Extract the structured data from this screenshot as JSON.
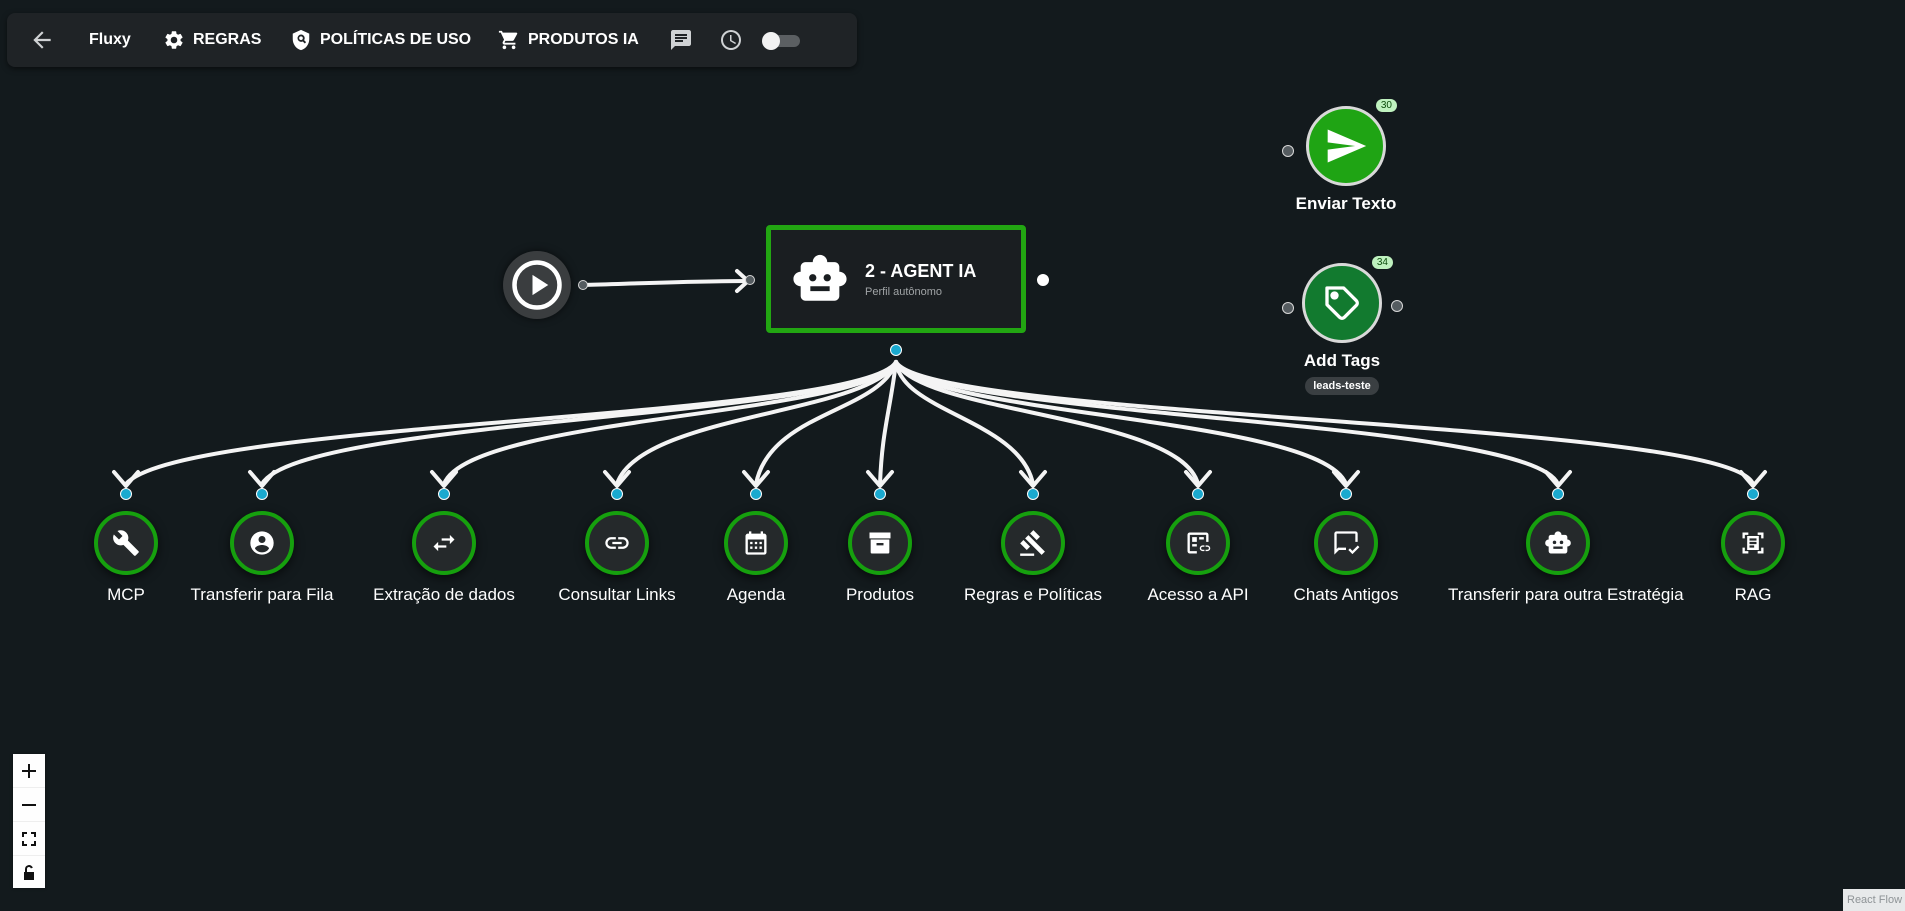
{
  "toolbar": {
    "title": "Fluxy",
    "rules_label": "REGRAS",
    "policies_label": "POLÍTICAS DE USO",
    "products_label": "PRODUTOS IA"
  },
  "agent": {
    "title": "2 - AGENT IA",
    "subtitle": "Perfil autônomo"
  },
  "tools": [
    {
      "label": "MCP",
      "icon": "wrench-icon"
    },
    {
      "label": "Transferir para Fila",
      "icon": "person-pin-icon"
    },
    {
      "label": "Extração de dados",
      "icon": "swap-arrows-icon"
    },
    {
      "label": "Consultar Links",
      "icon": "link-icon"
    },
    {
      "label": "Agenda",
      "icon": "calendar-icon"
    },
    {
      "label": "Produtos",
      "icon": "archive-box-icon"
    },
    {
      "label": "Regras e Políticas",
      "icon": "gavel-icon"
    },
    {
      "label": "Acesso a API",
      "icon": "api-link-icon"
    },
    {
      "label": "Chats Antigos",
      "icon": "chat-check-icon"
    },
    {
      "label": "Transferir para outra Estratégia",
      "icon": "robot-icon"
    },
    {
      "label": "RAG",
      "icon": "document-scan-icon"
    }
  ],
  "actions": {
    "send_text": {
      "label": "Enviar Texto",
      "badge": "30",
      "color": "#1fa414"
    },
    "add_tags": {
      "label": "Add Tags",
      "badge": "34",
      "tag": "leads-teste",
      "color": "#127a2f"
    }
  },
  "attribution": "React Flow",
  "colors": {
    "background": "#131a1d",
    "accent_green": "#22a612",
    "handle_cyan": "#1aa9cf"
  }
}
